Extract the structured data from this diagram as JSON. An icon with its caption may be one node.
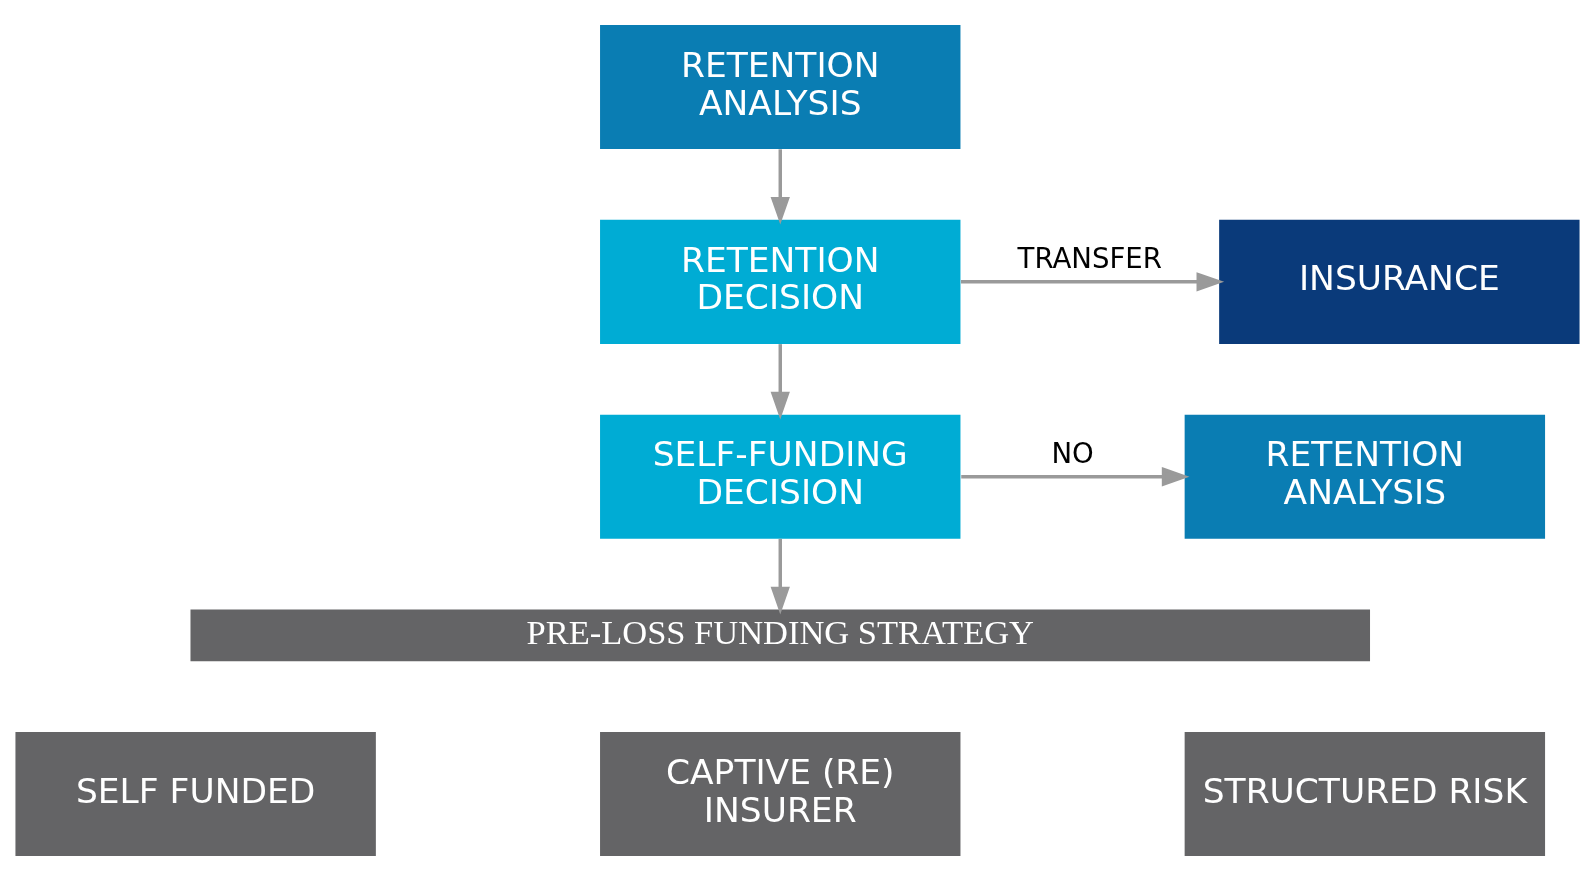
{
  "diagram": {
    "nodes": [
      {
        "text": [
          "RETENTION ANALYSIS"
        ]
      },
      {
        "text": [
          "RETENTION DECISION"
        ]
      },
      {
        "text": [
          "INSURANCE"
        ]
      },
      {
        "text": [
          "SELF-FUNDING DECISION"
        ]
      },
      {
        "text": [
          "RETENTION ANALYSIS"
        ]
      },
      {
        "text": [
          "PRE-LOSS FUNDING STRATEGY"
        ]
      },
      {
        "text": [
          "SELF FUNDED"
        ]
      },
      {
        "text": [
          "CAPTIVE (RE) INSURER"
        ]
      },
      {
        "text": [
          "STRUCTURED RISK"
        ]
      }
    ],
    "edges": [
      {
        "from": 0,
        "to": 1,
        "arrow": "to"
      },
      {
        "from": 1,
        "to": 2,
        "label": "TRANSFER",
        "arrow": "to"
      },
      {
        "from": 1,
        "to": 3,
        "arrow": "to"
      },
      {
        "from": 3,
        "to": 4,
        "label": "NO",
        "arrow": "to"
      },
      {
        "from": 3,
        "to": 5,
        "arrow": "to"
      }
    ]
  }
}
